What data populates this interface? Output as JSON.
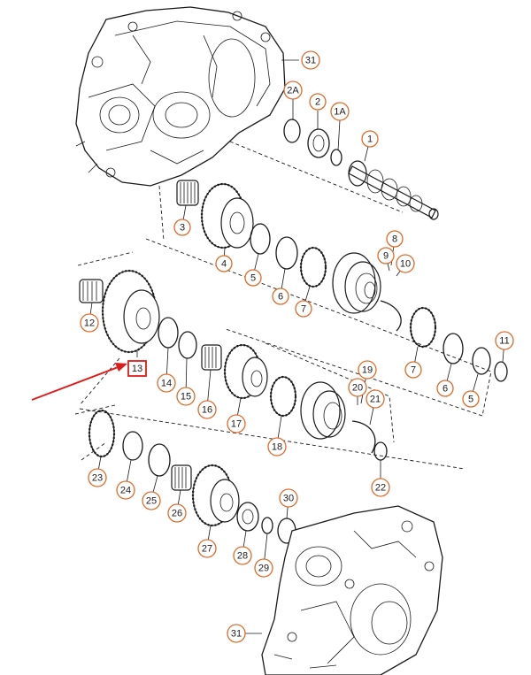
{
  "callouts": [
    {
      "id": "31a",
      "text": "31"
    },
    {
      "id": "2A",
      "text": "2A"
    },
    {
      "id": "2",
      "text": "2"
    },
    {
      "id": "1A",
      "text": "1A"
    },
    {
      "id": "1",
      "text": "1"
    },
    {
      "id": "3",
      "text": "3"
    },
    {
      "id": "4",
      "text": "4"
    },
    {
      "id": "5a",
      "text": "5"
    },
    {
      "id": "6a",
      "text": "6"
    },
    {
      "id": "7a",
      "text": "7"
    },
    {
      "id": "8",
      "text": "8"
    },
    {
      "id": "9",
      "text": "9"
    },
    {
      "id": "10",
      "text": "10"
    },
    {
      "id": "11",
      "text": "11"
    },
    {
      "id": "12",
      "text": "12"
    },
    {
      "id": "14",
      "text": "14"
    },
    {
      "id": "15",
      "text": "15"
    },
    {
      "id": "16",
      "text": "16"
    },
    {
      "id": "7b",
      "text": "7"
    },
    {
      "id": "6b",
      "text": "6"
    },
    {
      "id": "5b",
      "text": "5"
    },
    {
      "id": "17",
      "text": "17"
    },
    {
      "id": "18",
      "text": "18"
    },
    {
      "id": "19",
      "text": "19"
    },
    {
      "id": "20",
      "text": "20"
    },
    {
      "id": "21",
      "text": "21"
    },
    {
      "id": "22",
      "text": "22"
    },
    {
      "id": "23",
      "text": "23"
    },
    {
      "id": "24",
      "text": "24"
    },
    {
      "id": "25",
      "text": "25"
    },
    {
      "id": "26",
      "text": "26"
    },
    {
      "id": "27",
      "text": "27"
    },
    {
      "id": "28",
      "text": "28"
    },
    {
      "id": "29",
      "text": "29"
    },
    {
      "id": "30",
      "text": "30"
    },
    {
      "id": "31b",
      "text": "31"
    }
  ],
  "highlight": {
    "text": "13",
    "color": "#e01b1b"
  },
  "colors": {
    "callout_ring": "#e06a2a",
    "highlight": "#e01b1b",
    "line": "#1a1a1a"
  }
}
